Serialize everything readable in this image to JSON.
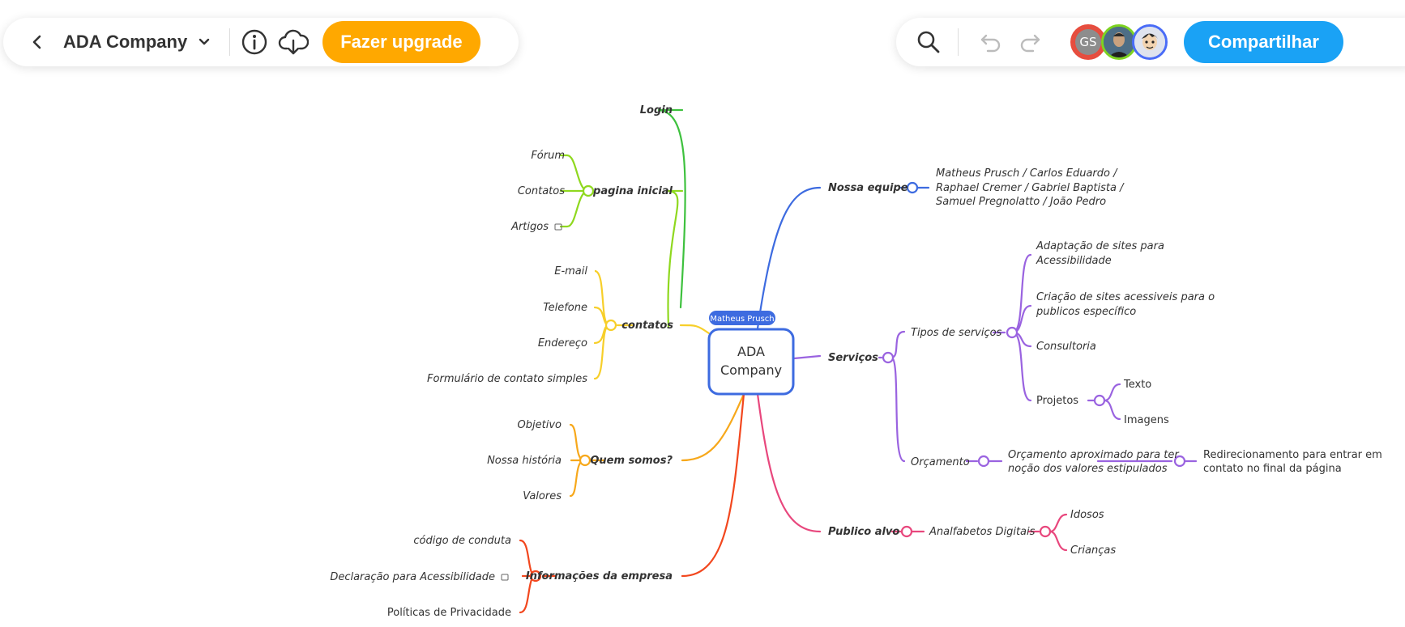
{
  "toolbar_left": {
    "back_label": "‹",
    "title": "ADA Company",
    "info_icon": "info-icon",
    "download_icon": "cloud-download-icon",
    "upgrade_label": "Fazer upgrade"
  },
  "toolbar_right": {
    "search_icon": "search-icon",
    "undo_icon": "undo-icon",
    "redo_icon": "redo-icon",
    "avatars": [
      {
        "initials": "GS"
      },
      {
        "initials": ""
      },
      {
        "initials": ""
      }
    ],
    "share_label": "Compartilhar"
  },
  "colors": {
    "upgrade": "#ffa800",
    "share": "#1aa2f5",
    "center_border": "#3d6be0",
    "login": "#3ec13e",
    "pagina_inicial": "#8fd81f",
    "contatos": "#f7cf2a",
    "quem_somos": "#f7a81b",
    "informacoes": "#f2471e",
    "nossa_equipe": "#3d6be0",
    "servicos": "#9a63e0",
    "publico_alvo": "#e8477d"
  },
  "map": {
    "center": {
      "line1": "ADA",
      "line2": "Company",
      "editor_badge": "Matheus Prusch"
    },
    "left": {
      "login": "Login",
      "pagina_inicial": {
        "label": "pagina inicial",
        "children": [
          "Fórum",
          "Contatos",
          "Artigos"
        ]
      },
      "contatos": {
        "label": "contatos",
        "children": [
          "E-mail",
          "Telefone",
          "Endereço",
          "Formulário de contato simples"
        ]
      },
      "quem_somos": {
        "label": "Quem somos?",
        "children": [
          "Objetivo",
          "Nossa história",
          "Valores"
        ]
      },
      "informacoes": {
        "label": "Informações da empresa",
        "children": [
          "código de conduta",
          "Declaração para Acessibilidade",
          "Políticas de Privacidade"
        ]
      }
    },
    "right": {
      "nossa_equipe": {
        "label": "Nossa equipe",
        "members": [
          "Matheus Prusch / Carlos Eduardo /",
          "Raphael Cremer / Gabriel Baptista /",
          "Samuel Pregnolatto / João Pedro"
        ]
      },
      "servicos": {
        "label": "Serviços",
        "tipos": {
          "label": "Tipos de serviços",
          "children": [
            [
              "Adaptação de sites para",
              "Acessibilidade"
            ],
            [
              "Criação de sites acessiveis para o",
              "publicos específico"
            ],
            [
              "Consultoria"
            ]
          ],
          "projetos": {
            "label": "Projetos",
            "children": [
              "Texto",
              "Imagens"
            ]
          }
        },
        "orcamento": {
          "label": "Orçamento",
          "child": [
            "Orçamento aproximado para ter",
            "noção dos valores estipulados"
          ],
          "grandchild": [
            "Redirecionamento para entrar em",
            "contato no final da página"
          ]
        }
      },
      "publico_alvo": {
        "label": "Publico alvo",
        "child": "Analfabetos Digitais",
        "grandchildren": [
          "Idosos",
          "Crianças"
        ]
      }
    }
  }
}
